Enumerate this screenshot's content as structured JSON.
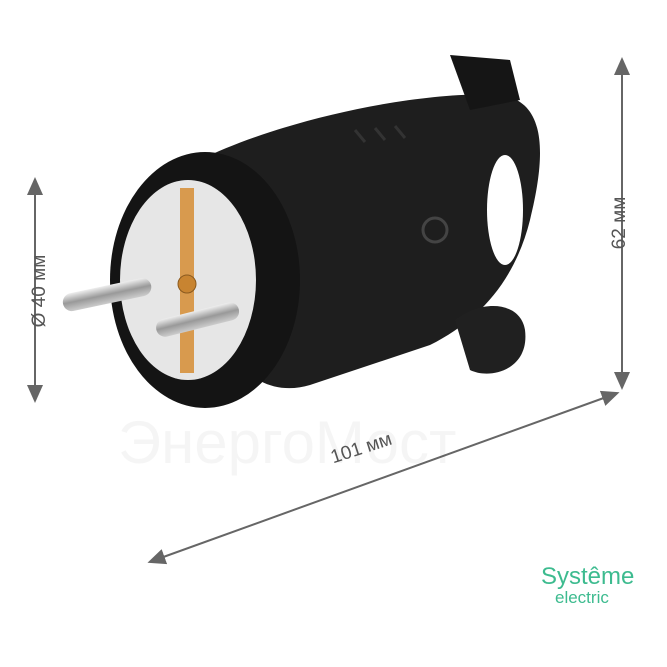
{
  "dimensions": {
    "diameter": "Ø 40 мм",
    "height": "62 мм",
    "length": "101 мм"
  },
  "watermark": "ЭнергоМост",
  "logo": {
    "line1": "Systême",
    "line2": "electric"
  },
  "colors": {
    "body": "#1c1c1c",
    "face": "#e6e6e6",
    "ground_strip": "#d89a4e",
    "pins": "#b9b9b9",
    "dimension_lines": "#666666",
    "logo": "#3dbb8f"
  }
}
